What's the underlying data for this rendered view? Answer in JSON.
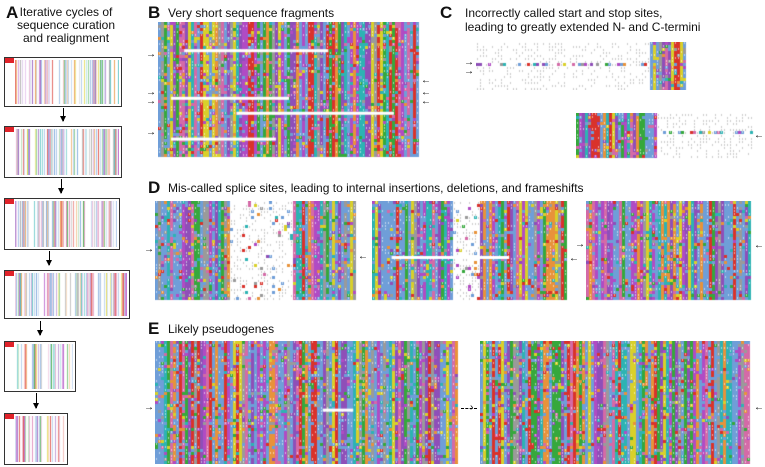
{
  "panels": {
    "A": {
      "letter": "A",
      "title_line1": "Iterative cycles of",
      "title_line2": "sequence curation",
      "title_line3": "and realignment"
    },
    "B": {
      "letter": "B",
      "title": "Very short sequence fragments"
    },
    "C": {
      "letter": "C",
      "title_line1": "Incorrectly called start and stop sites,",
      "title_line2": "leading to greatly extended N- and C-termini"
    },
    "D": {
      "letter": "D",
      "title": "Mis-called splice sites, leading to internal insertions, deletions, and frameshifts"
    },
    "E": {
      "letter": "E",
      "title": "Likely pseudogenes"
    }
  },
  "colors": {
    "blue": "#6f9ed8",
    "green": "#36a83c",
    "red": "#d9322b",
    "orange": "#e8923a",
    "purple": "#8e4fb8",
    "cyan": "#2db3b3",
    "yellow": "#d9d02a",
    "pink": "#d46aa7",
    "magenta": "#b04bc4",
    "gray": "#9a9a9a"
  },
  "icons": {
    "pointer": "right-pointing-arrow-icon",
    "pointer_left": "left-pointing-arrow-icon",
    "flow": "down-arrow-icon"
  }
}
